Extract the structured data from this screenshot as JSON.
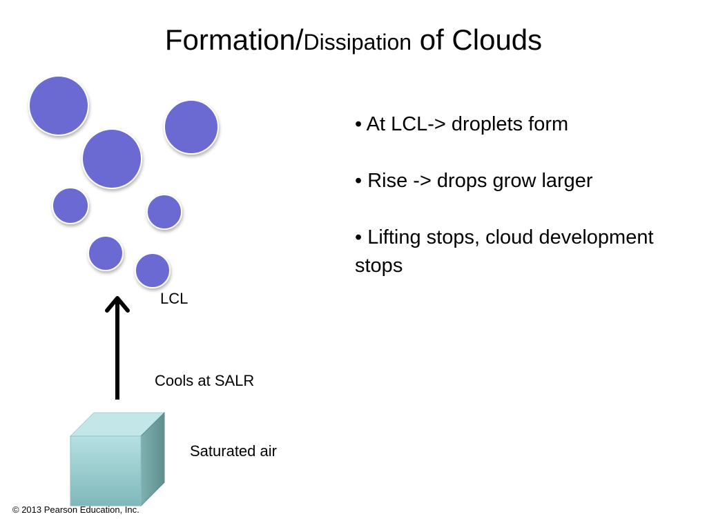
{
  "title": {
    "part1": "Formation/",
    "part2": "Dissipation",
    "part3": " of Clouds"
  },
  "bullets": [
    "• At LCL-> droplets form",
    "• Rise -> drops grow larger",
    "• Lifting stops, cloud development stops"
  ],
  "labels": {
    "lcl": "LCL",
    "cools": "Cools at SALR",
    "saturated": "Saturated air"
  },
  "copyright": "© 2013 Pearson Education, Inc.",
  "colors": {
    "droplet": "#6b6bd2",
    "arrow": "#000000",
    "cube_front": "#8cc4c6",
    "cube_top": "#bfe3e6",
    "cube_side": "#6e9c9c"
  }
}
